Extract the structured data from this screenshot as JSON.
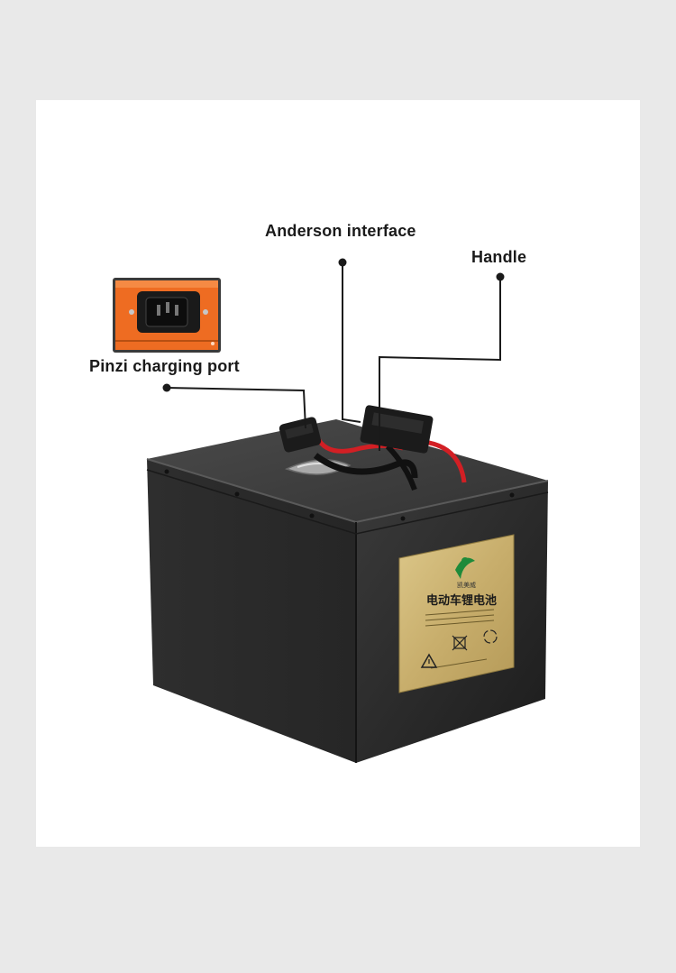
{
  "callouts": {
    "anderson": "Anderson interface",
    "handle": "Handle",
    "pinzi": "Pinzi charging port"
  },
  "battery_label": {
    "brand": "凯美威",
    "title": "电动车锂电池"
  },
  "colors": {
    "background": "#e9e9e9",
    "card": "#ffffff",
    "battery_case": "#2a2a2a",
    "label_gold": "#cdb373",
    "inset_orange": "#ee6c22",
    "cable_red": "#d21f24"
  },
  "icons": [
    "charging-socket-icon",
    "warning-triangle-icon",
    "recycle-icon",
    "logo-leaf-icon"
  ]
}
